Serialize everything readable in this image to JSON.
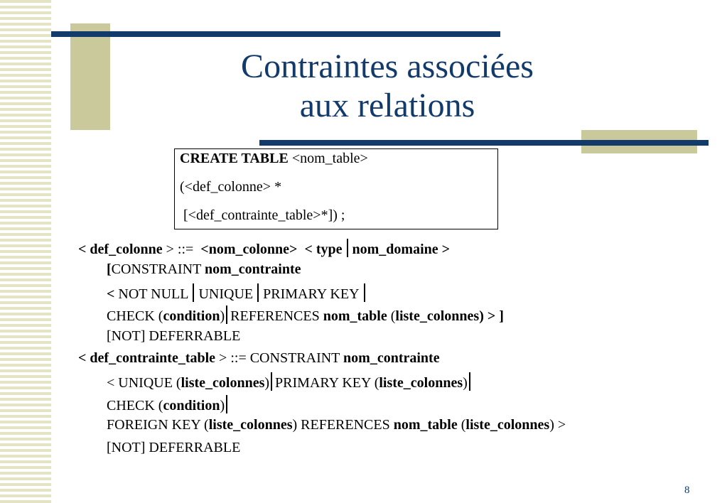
{
  "slide": {
    "title_line1": "Contraintes associées",
    "title_line2": "aux relations",
    "page_number": "8"
  },
  "create_table_box": {
    "line1_kw": "CREATE TABLE",
    "line1_rest": " <nom_table>",
    "line2": "(<def_colonne> *",
    "line3": " [<def_contrainte_table>*]) ;"
  },
  "def_colonne": {
    "open": "< ",
    "name": "def_colonne",
    "close_assign": " > ::=  ",
    "nom_colonne": "<nom_colonne>",
    "type_open": "  < ",
    "type": "type",
    "nom_domaine": "nom_domaine",
    "type_close": " >",
    "bracket": "[",
    "constraint_kw": "CONSTRAINT ",
    "nom_contrainte": "nom_contrainte",
    "lt": "<",
    "not_null": " NOT NULL",
    "unique": "UNIQUE",
    "primary_key": "PRIMARY KEY",
    "check_open": "CHECK (",
    "condition": "condition",
    "check_close": ")",
    "references": "REFERENCES ",
    "nom_table": "nom_table",
    "paren_open": " (",
    "liste_colonnes": "liste_colonnes",
    "ref_close": ") > ]",
    "deferrable": "[NOT] DEFERRABLE"
  },
  "def_contrainte_table": {
    "open": "< ",
    "name": "def_contrainte_table",
    "close_assign": " > ::= CONSTRAINT ",
    "nom_contrainte": "nom_contrainte",
    "unique_open": "< UNIQUE (",
    "liste_colonnes": "liste_colonnes",
    "paren_close": ")",
    "pk_open": "PRIMARY KEY (",
    "check_open": "CHECK (",
    "condition": "condition",
    "fk_open": "FOREIGN KEY (",
    "references": ") REFERENCES ",
    "nom_table": "nom_table",
    "paren_open": " (",
    "fk_close": ") >",
    "deferrable": "[NOT] DEFERRABLE"
  }
}
